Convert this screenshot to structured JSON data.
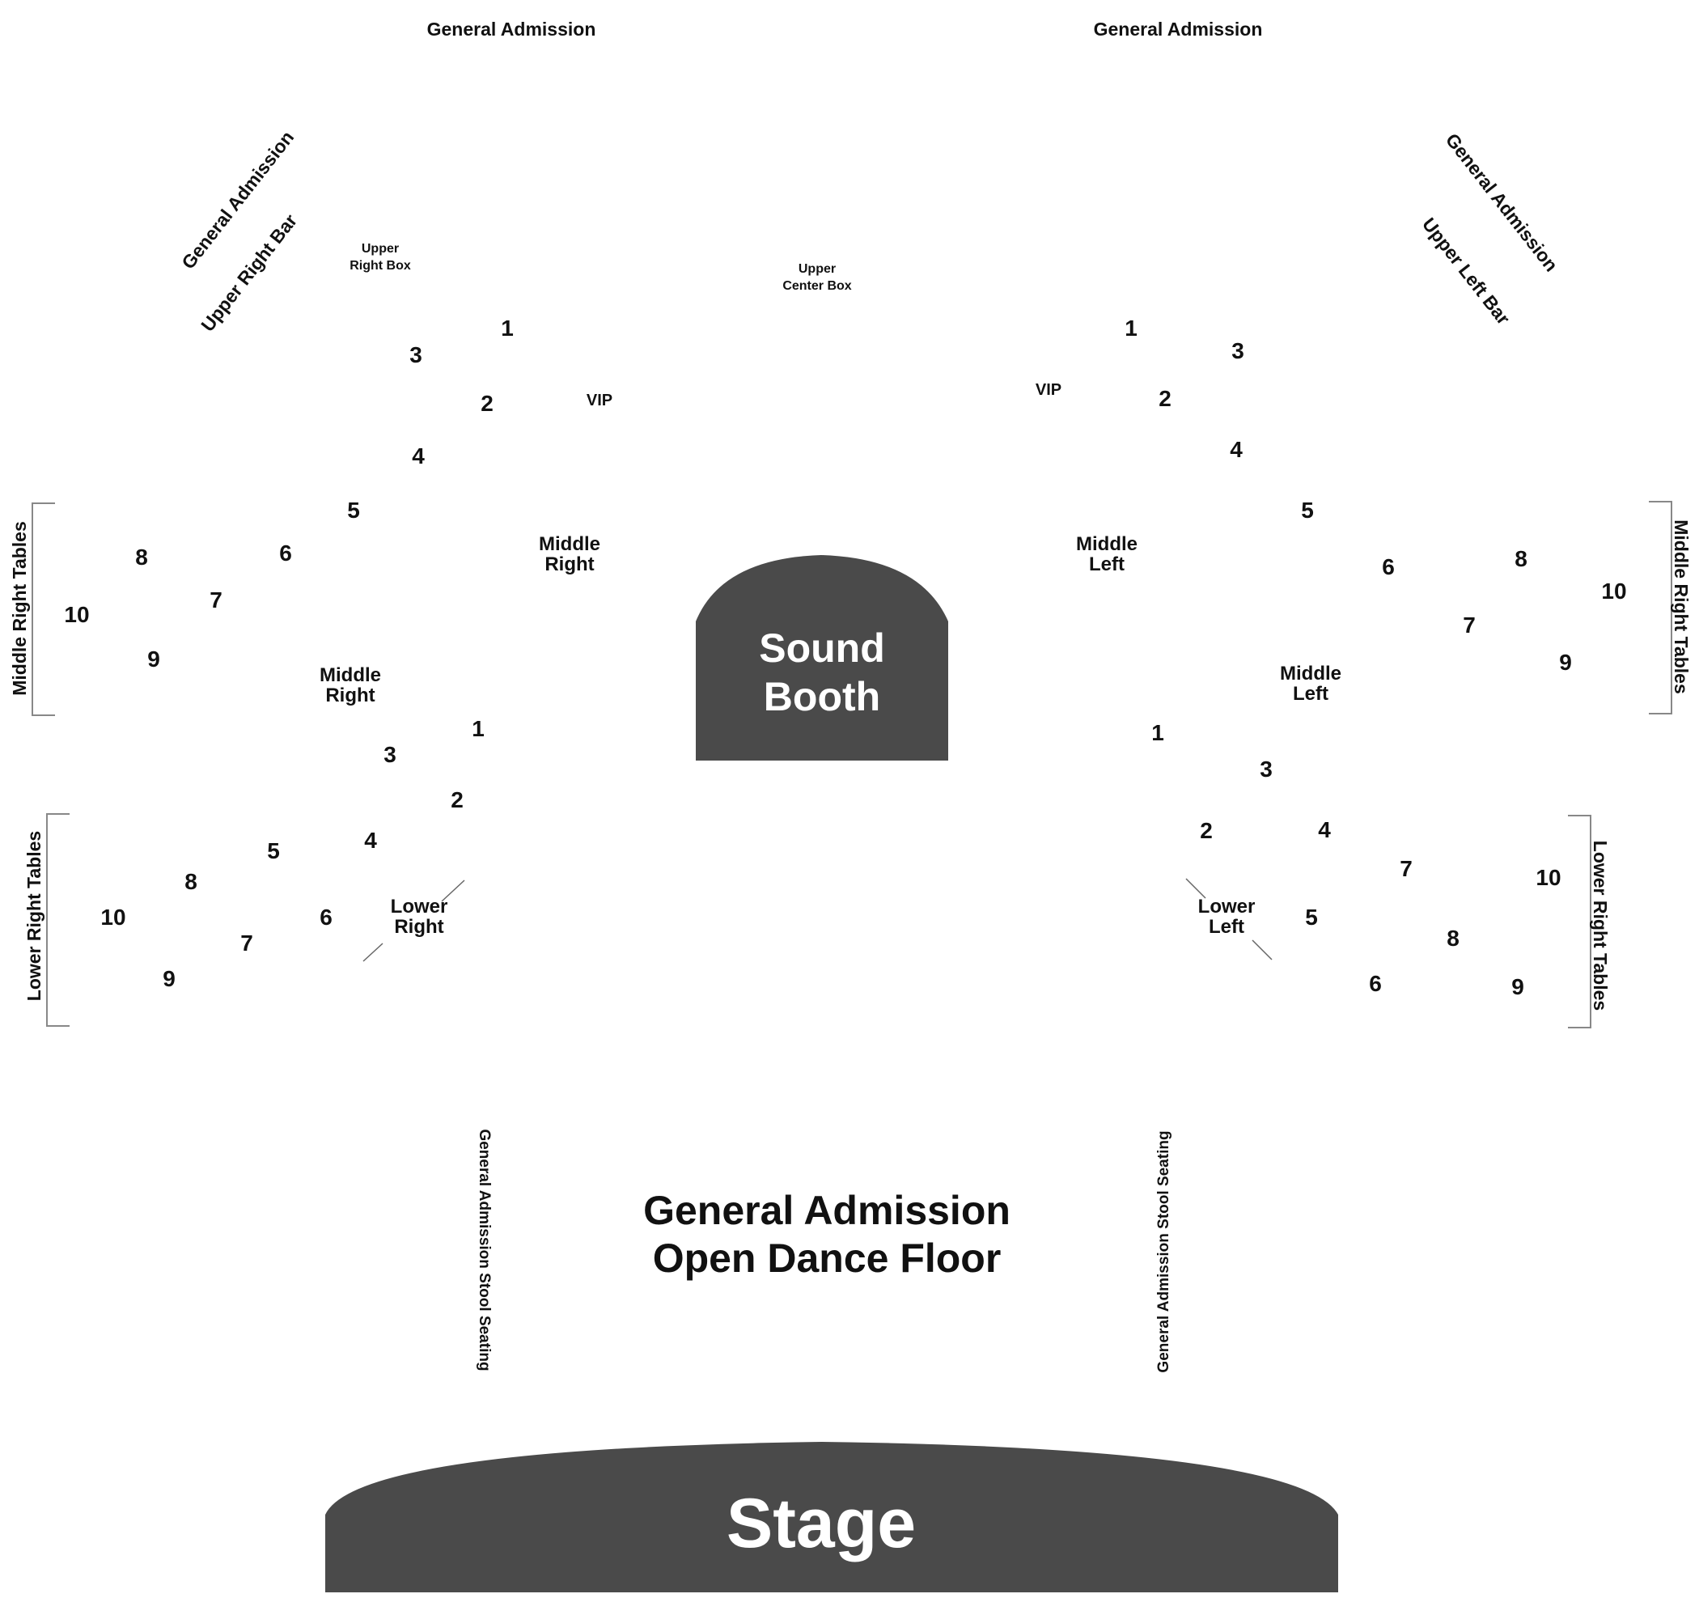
{
  "colors": {
    "background": "#ffffff",
    "block": "#4a4a4a",
    "label": "#111111",
    "block_text": "#ffffff"
  },
  "top": {
    "ga_left": "General Admission",
    "ga_right": "General Admission"
  },
  "upper": {
    "ga_diag_left": "General Admission",
    "ga_diag_right": "General Admission",
    "bar_right": "Upper Right Bar",
    "bar_left": "Upper Left Bar",
    "right_box": [
      "Upper",
      "Right Box"
    ],
    "center_box": [
      "Upper",
      "Center Box"
    ],
    "vip_left": "VIP",
    "vip_right": "VIP"
  },
  "middle": {
    "right_label": [
      "Middle",
      "Right"
    ],
    "left_label": [
      "Middle",
      "Left"
    ],
    "right_label_2": [
      "Middle",
      "Right"
    ],
    "left_label_2": [
      "Middle",
      "Left"
    ],
    "tables_left": "Middle Right  Tables",
    "tables_right": "Middle Right  Tables"
  },
  "lower": {
    "right_label": [
      "Lower",
      "Right"
    ],
    "left_label": [
      "Lower",
      "Left"
    ],
    "tables_left": "Lower Right  Tables",
    "tables_right": "Lower Right  Tables"
  },
  "sound_booth": [
    "Sound",
    "Booth"
  ],
  "floor": {
    "title": [
      "General Admission",
      "Open Dance Floor"
    ],
    "stool_left": "General Admission Stool Seating",
    "stool_right": "General Admission Stool Seating"
  },
  "stage": "Stage",
  "numbers": {
    "ul": [
      "1",
      "2",
      "3",
      "4",
      "5",
      "6",
      "7",
      "8",
      "9",
      "10"
    ],
    "ur": [
      "1",
      "2",
      "3",
      "4",
      "5",
      "6",
      "7",
      "8",
      "9",
      "10"
    ],
    "ll": [
      "1",
      "2",
      "3",
      "4",
      "5",
      "6",
      "7",
      "8",
      "9",
      "10"
    ],
    "lr": [
      "1",
      "2",
      "3",
      "4",
      "5",
      "6",
      "7",
      "8",
      "9",
      "10"
    ]
  }
}
